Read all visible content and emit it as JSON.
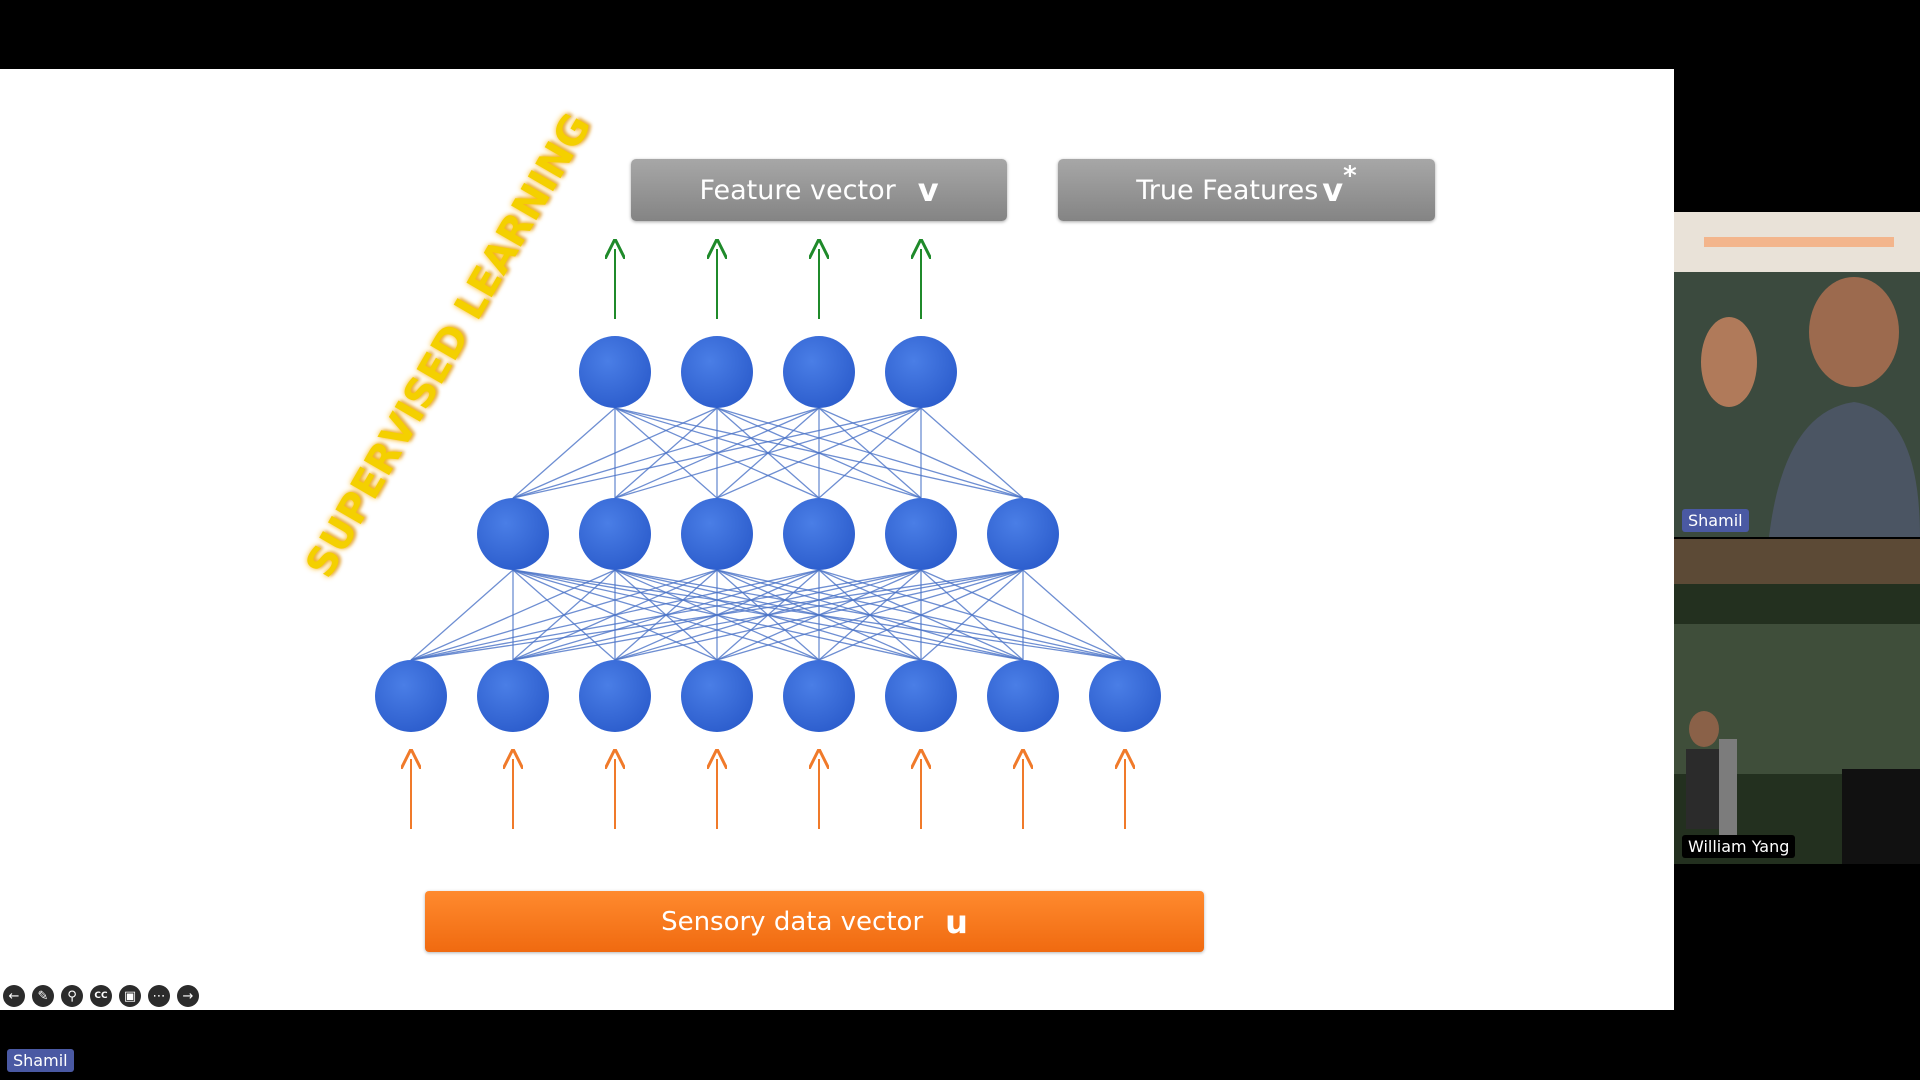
{
  "slide": {
    "feature_label": "Feature vector",
    "feature_symbol": "v",
    "true_label": "True Features",
    "true_symbol": "v",
    "true_superscript": "*",
    "sensory_label": "Sensory data vector",
    "sensory_symbol": "u",
    "supervised_text": "SUPERVISED LEARNING",
    "network": {
      "layers": [
        8,
        6,
        4
      ],
      "node_color": "#2e5fce",
      "edge_color": "#4a73c7",
      "input_arrow_color": "#f07a2a",
      "output_arrow_color": "#1f8a2a"
    }
  },
  "toolbar": {
    "icons": [
      "back-icon",
      "pen-icon",
      "zoom-icon",
      "captions-icon",
      "video-off-icon",
      "more-icon",
      "forward-icon"
    ]
  },
  "participants": [
    {
      "name": "Shamil"
    },
    {
      "name": "William Yang"
    }
  ],
  "speaker": "Shamil"
}
